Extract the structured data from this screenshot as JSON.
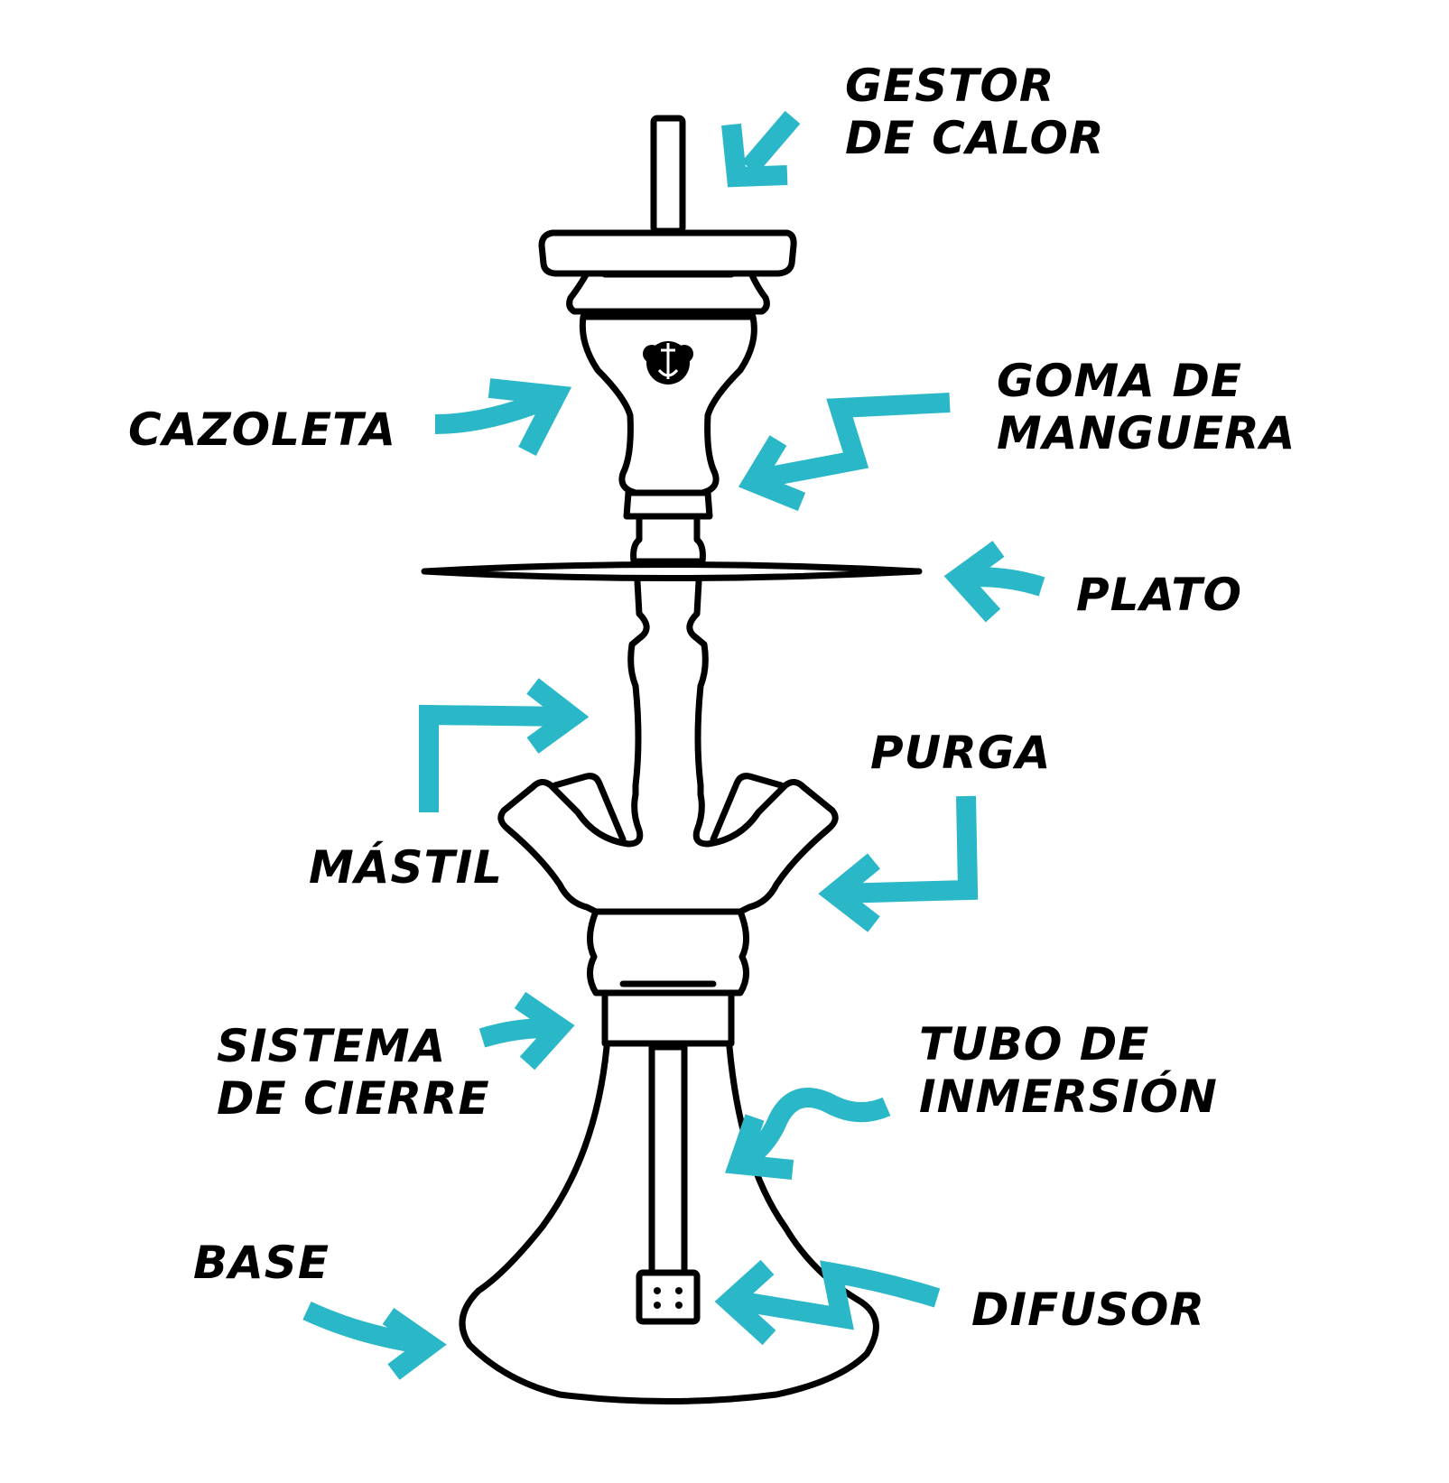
{
  "accent_color": "#2ab7c8",
  "labels": {
    "gestor_de_calor": [
      "GESTOR",
      "DE CALOR"
    ],
    "cazoleta": [
      "CAZOLETA"
    ],
    "goma_de_manguera": [
      "GOMA DE",
      "MANGUERA"
    ],
    "plato": [
      "PLATO"
    ],
    "purga": [
      "PURGA"
    ],
    "mastil": [
      "MÁSTIL"
    ],
    "sistema_de_cierre": [
      "SISTEMA",
      "DE CIERRE"
    ],
    "tubo_de_inmersion": [
      "TUBO DE",
      "INMERSIÓN"
    ],
    "base": [
      "BASE"
    ],
    "difusor": [
      "DIFUSOR"
    ]
  },
  "icons": [
    "arrow-icon",
    "hookah-logo-icon"
  ]
}
